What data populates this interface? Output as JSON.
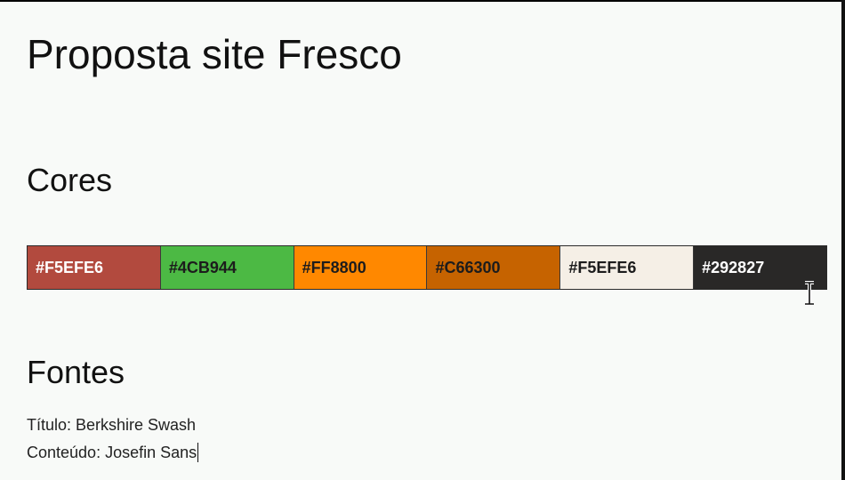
{
  "document": {
    "title": "Proposta site Fresco"
  },
  "colors_section": {
    "heading": "Cores",
    "swatches": [
      {
        "label": "#F5EFE6",
        "fill": "#b24a3e",
        "text_color": "#ffffff"
      },
      {
        "label": "#4CB944",
        "fill": "#4cb944",
        "text_color": "#1c1c1c"
      },
      {
        "label": "#FF8800",
        "fill": "#ff8800",
        "text_color": "#1c1c1c"
      },
      {
        "label": "#C66300",
        "fill": "#c66300",
        "text_color": "#1c1c1c"
      },
      {
        "label": "#F5EFE6",
        "fill": "#f5efe6",
        "text_color": "#1c1c1c"
      },
      {
        "label": "#292827",
        "fill": "#292827",
        "text_color": "#ffffff"
      }
    ]
  },
  "fonts_section": {
    "heading": "Fontes",
    "lines": [
      "Título: Berkshire Swash",
      "Conteúdo: Josefin Sans"
    ]
  }
}
